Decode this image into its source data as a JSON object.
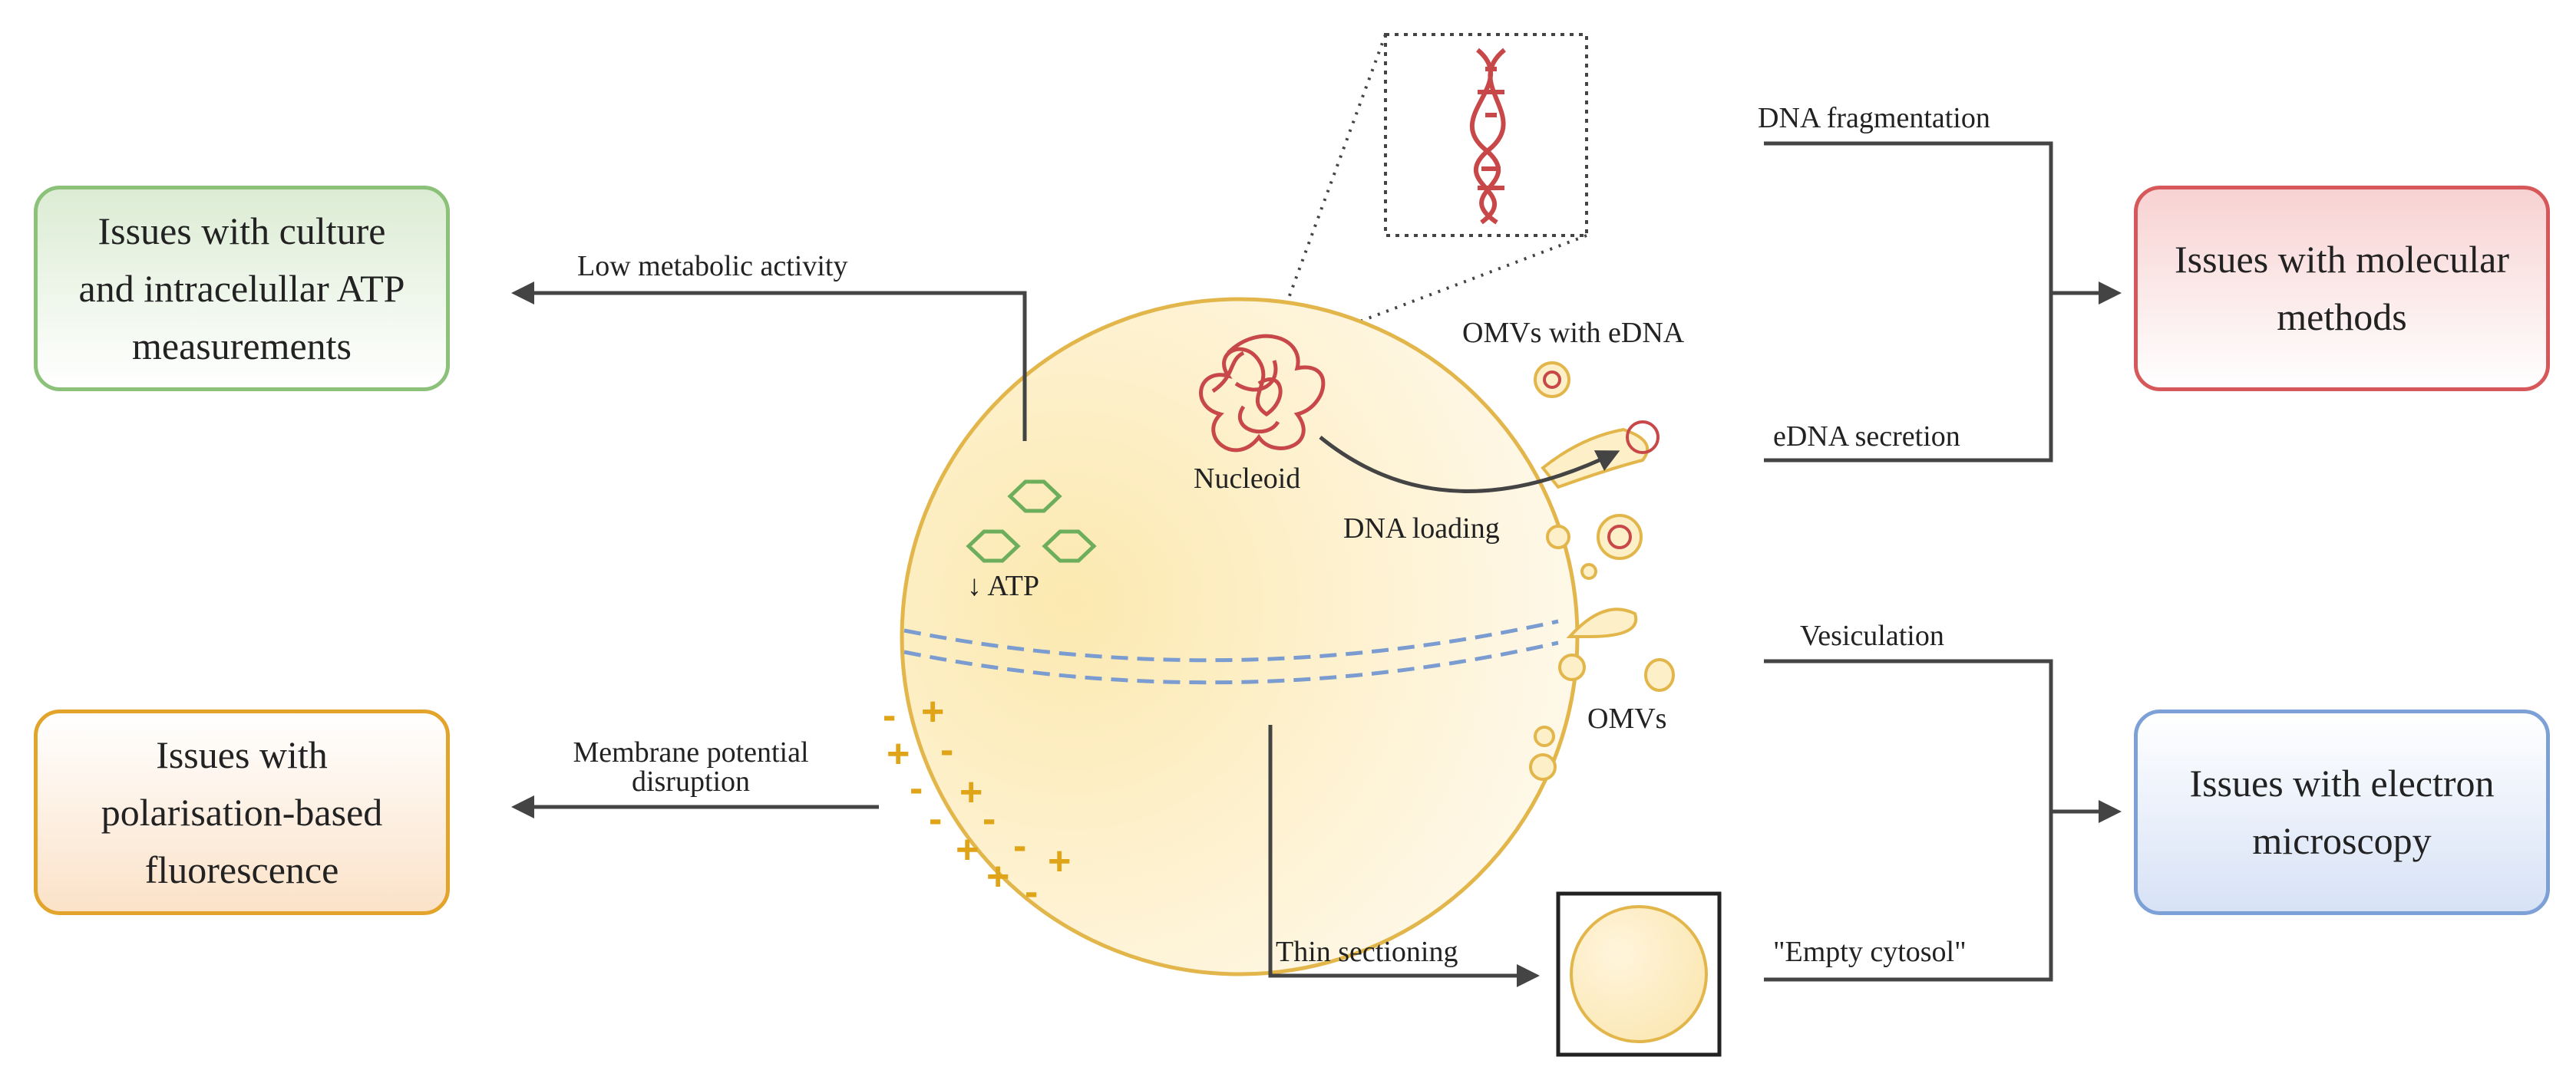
{
  "boxes": {
    "culture": "Issues with culture\nand intracelullar ATP\nmeasurements",
    "polarisation": "Issues with\npolarisation-based\nfluorescence",
    "molecular": "Issues with molecular\nmethods",
    "electron": "Issues with electron\nmicroscopy"
  },
  "labels": {
    "low_metabolic": "Low metabolic activity",
    "membrane_line1": "Membrane potential",
    "membrane_line2": "disruption",
    "atp": "↓ ATP",
    "nucleoid": "Nucleoid",
    "dna_loading": "DNA loading",
    "omvs_edna": "OMVs with eDNA",
    "omvs": "OMVs",
    "dna_fragmentation": "DNA fragmentation",
    "edna_secretion": "eDNA secretion",
    "vesiculation": "Vesiculation",
    "empty_cytosol": "\"Empty cytosol\"",
    "thin_sectioning": "Thin sectioning"
  },
  "colors": {
    "cell_fill": "#fdf0c8",
    "cell_outline": "#e2b64a",
    "arrow": "#444444",
    "dna": "#c8484a",
    "atp": "#6cae5c",
    "membrane_dash": "#7a9cd0",
    "charge": "#e0a418"
  }
}
